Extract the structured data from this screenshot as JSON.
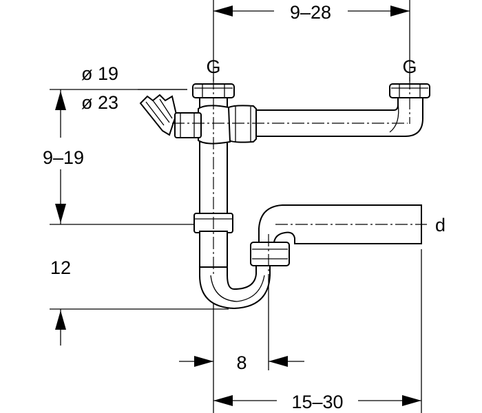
{
  "diagram": {
    "dimensions": {
      "top_width": "9–28",
      "inlet_height": "9–19",
      "trap_seal": "12",
      "inlet_offset": "8",
      "outlet_reach": "15–30"
    },
    "thread_labels": {
      "left": "G",
      "right": "G"
    },
    "connector_diameters": {
      "small": "ø 19",
      "large": "ø 23"
    },
    "outlet_label": "d"
  }
}
